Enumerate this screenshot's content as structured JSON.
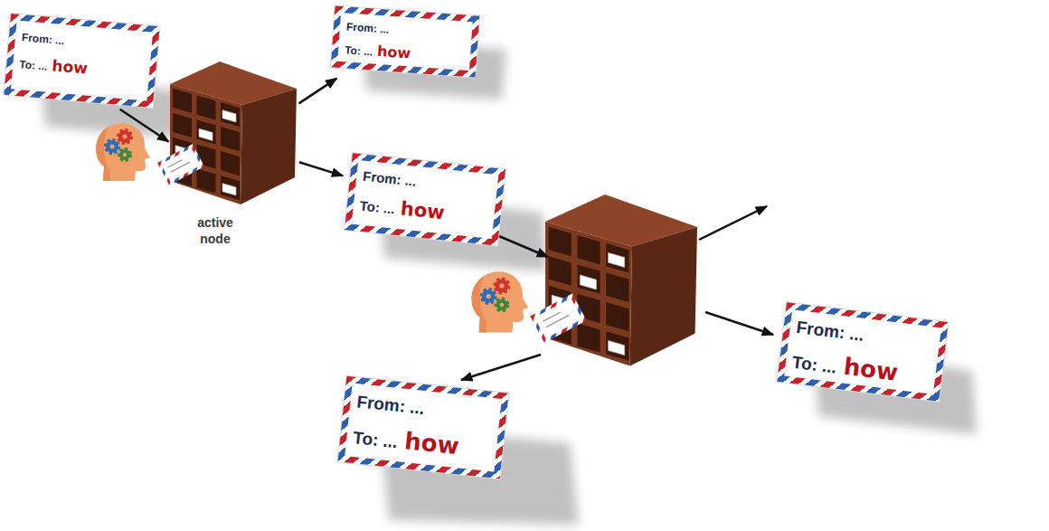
{
  "diagram": {
    "nodes": [
      {
        "text": [
          "From: ...",
          "To: ...",
          "how"
        ]
      },
      {
        "text": [
          "active node"
        ]
      },
      {
        "text": [
          "From: ...",
          "To: ...",
          "how"
        ]
      },
      {
        "text": [
          "From: ...",
          "To: ...",
          "how"
        ]
      },
      {
        "text": [
          "From: ...",
          "To: ...",
          "how"
        ]
      },
      {
        "text": [
          "From: ...",
          "To: ...",
          "how"
        ]
      }
    ],
    "edges": [
      {
        "from": 0,
        "to": 1,
        "arrow": "to"
      },
      {
        "from": 1,
        "to": 2,
        "arrow": "to"
      },
      {
        "from": 1,
        "to": 3,
        "arrow": "to"
      }
    ]
  }
}
